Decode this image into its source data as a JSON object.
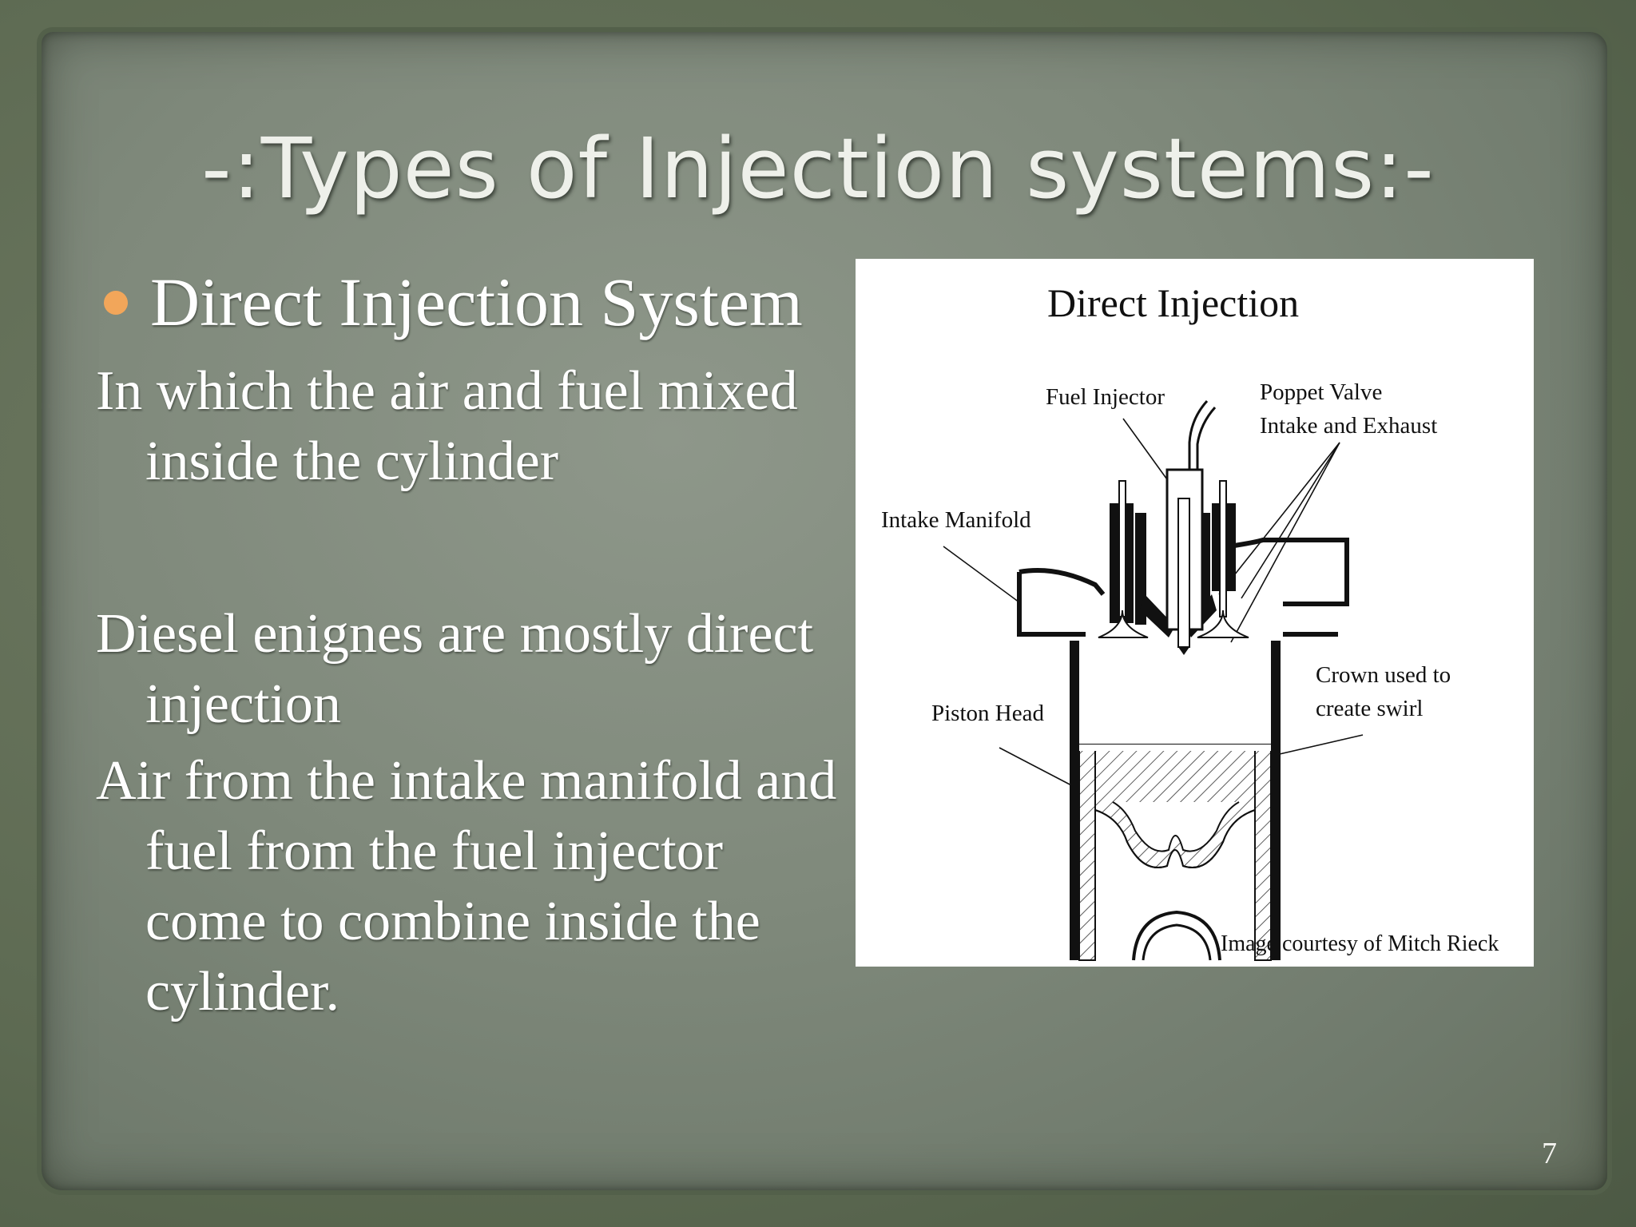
{
  "slide": {
    "title": "-:Types of Injection systems:-",
    "bullet": "Direct Injection System",
    "paragraphs": [
      "In which the air and fuel mixed inside the cylinder",
      "Diesel enignes are mostly direct injection",
      "Air from the intake manifold and fuel from the fuel injector come to combine inside the cylinder."
    ],
    "page_number": "7"
  },
  "figure": {
    "title": "Direct Injection",
    "labels": {
      "fuel_injector": "Fuel Injector",
      "poppet_valve_line1": "Poppet Valve",
      "poppet_valve_line2": "Intake and Exhaust",
      "intake_manifold": "Intake Manifold",
      "crown_line1": "Crown used to",
      "crown_line2": "create swirl",
      "piston_head": "Piston Head"
    },
    "credit": "Image courtesy of Mitch Rieck"
  },
  "colors": {
    "bullet": "#f2a65a",
    "text": "#ffffff"
  }
}
